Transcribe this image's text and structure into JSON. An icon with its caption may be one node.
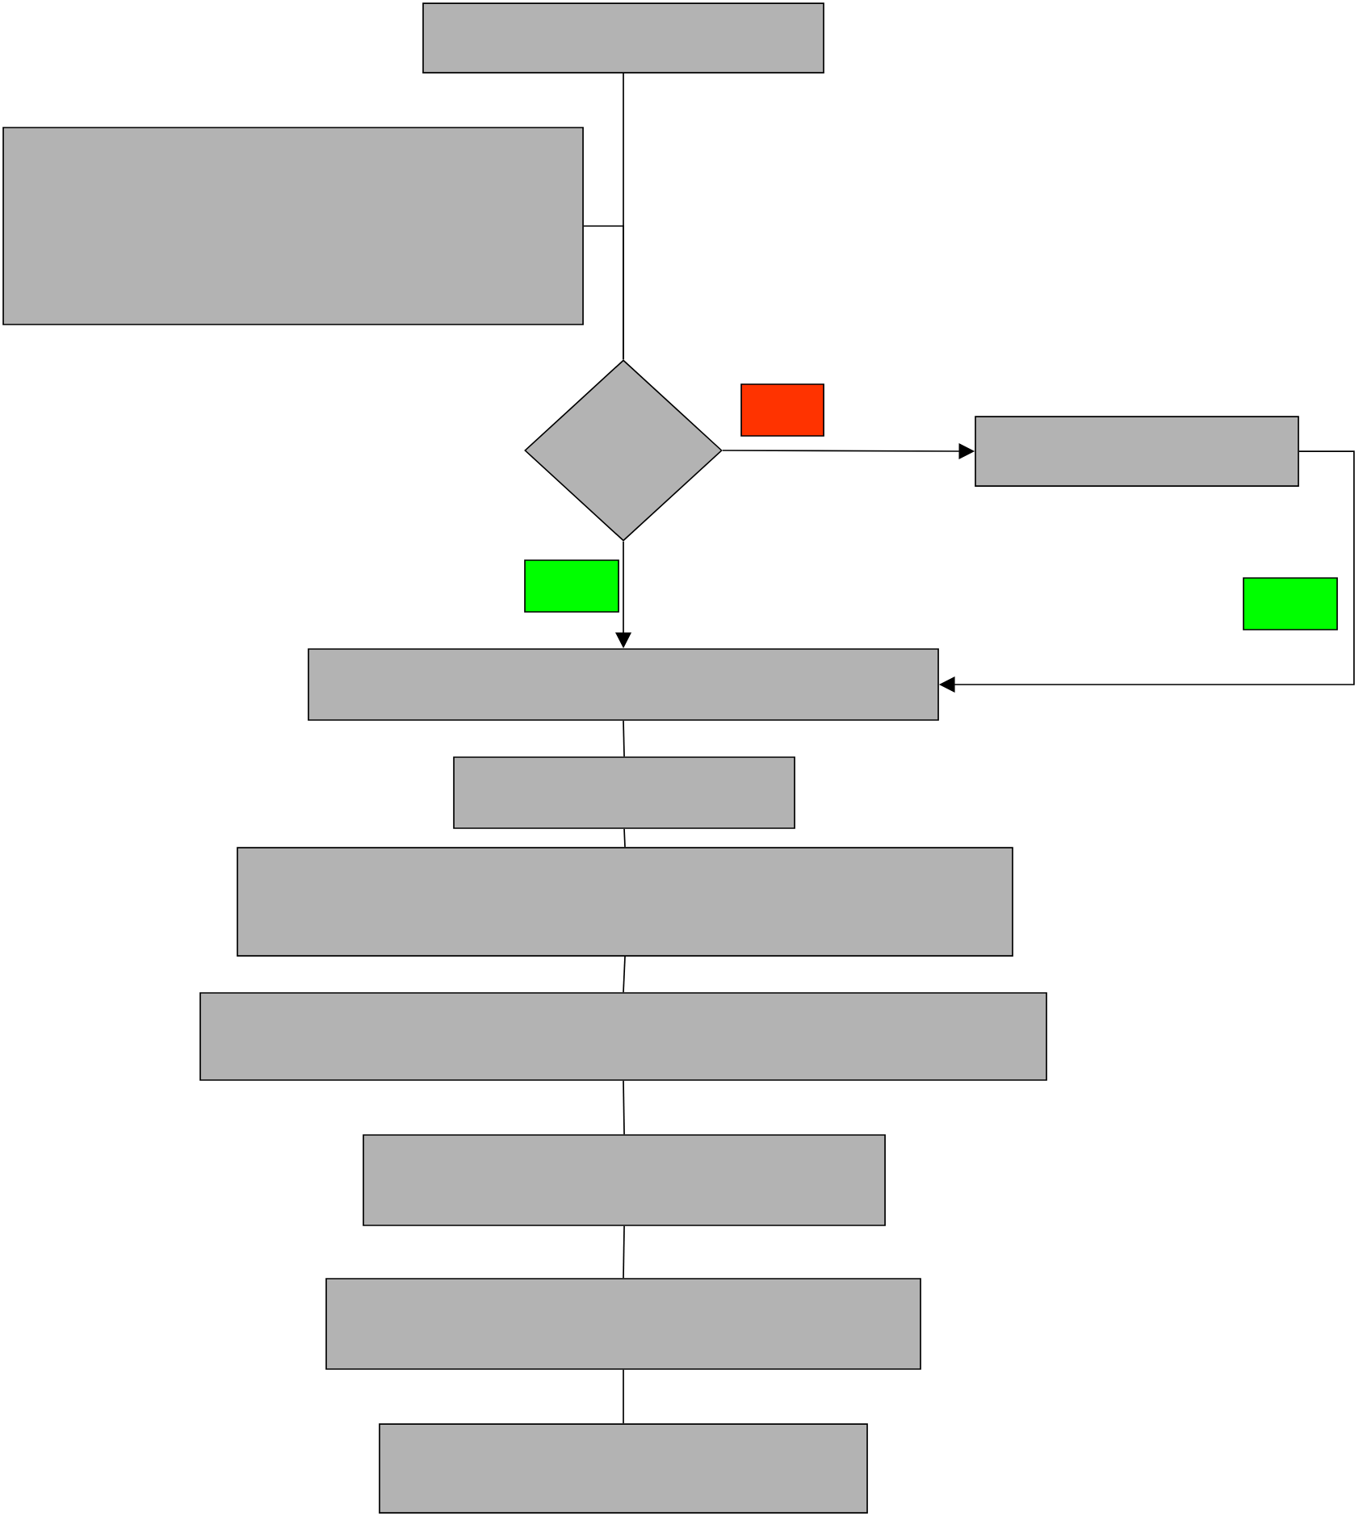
{
  "diagram": {
    "nodes": [
      {
        "text": [],
        "shape": "box"
      },
      {
        "text": [],
        "shape": "box"
      },
      {
        "text": [],
        "shape": "diamond"
      },
      {
        "text": [],
        "shape": "box"
      },
      {
        "text": [],
        "shape": "box"
      },
      {
        "text": [],
        "shape": "box"
      },
      {
        "text": [],
        "shape": "box"
      },
      {
        "text": [],
        "shape": "box"
      },
      {
        "text": [],
        "shape": "box"
      },
      {
        "text": [],
        "shape": "box"
      },
      {
        "text": [],
        "shape": "box"
      },
      {
        "text": [],
        "shape": "box"
      },
      {
        "text": [],
        "shape": "box"
      },
      {
        "text": [],
        "shape": "box"
      }
    ],
    "edges": [
      {
        "from": 0,
        "to": 2,
        "arrow": "none"
      },
      {
        "from": 1,
        "to": 2,
        "arrow": "none"
      },
      {
        "from": 2,
        "to": 4,
        "arrow": "to"
      },
      {
        "from": 2,
        "to": 7,
        "arrow": "to"
      },
      {
        "from": 4,
        "to": 7,
        "arrow": "to"
      },
      {
        "from": 7,
        "to": 8,
        "arrow": "none"
      },
      {
        "from": 8,
        "to": 9,
        "arrow": "none"
      },
      {
        "from": 9,
        "to": 10,
        "arrow": "none"
      },
      {
        "from": 10,
        "to": 11,
        "arrow": "none"
      },
      {
        "from": 11,
        "to": 12,
        "arrow": "none"
      },
      {
        "from": 12,
        "to": 13,
        "arrow": "none"
      }
    ]
  }
}
